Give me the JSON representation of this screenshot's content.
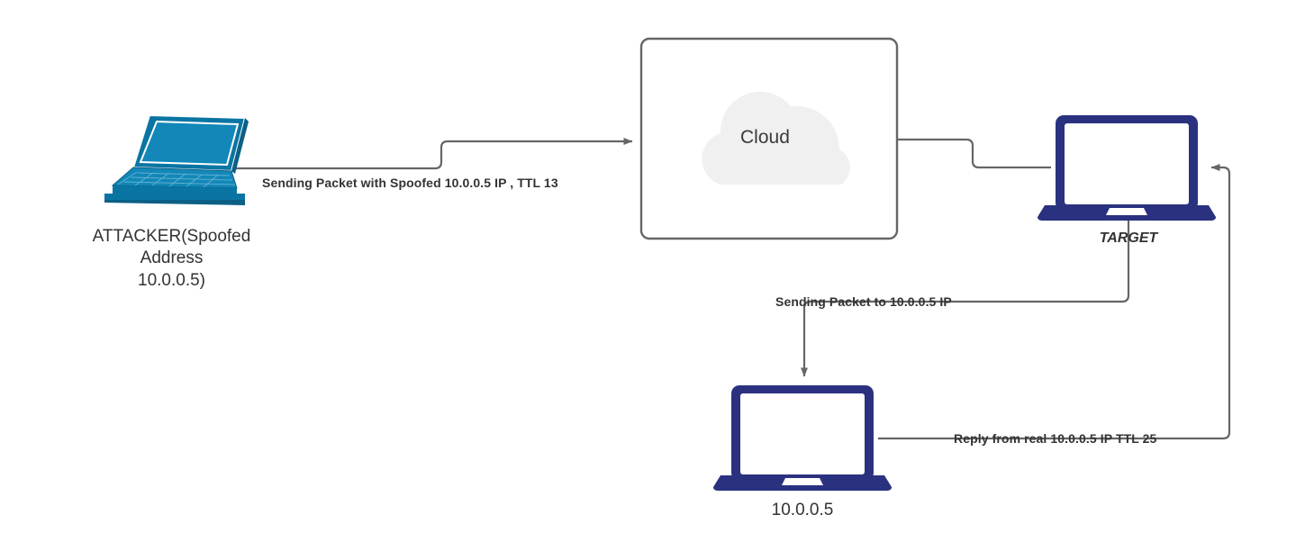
{
  "diagram": {
    "title_visible": false,
    "background": "#ffffff",
    "colors": {
      "attacker_laptop": "#0a75a3",
      "attacker_laptop_dark": "#0c5f85",
      "attacker_laptop_light": "#1287b8",
      "target_laptop": "#2a3280",
      "victim_laptop": "#2a3280",
      "connector": "#666666",
      "cloud_fill": "#f0f0f0",
      "box_border": "#666666",
      "label_text": "#333333"
    },
    "nodes": [
      {
        "id": "attacker",
        "icon": "laptop-3d-icon",
        "label": "ATTACKER(Spoofed\nAddress\n10.0.0.5)",
        "style": "plain"
      },
      {
        "id": "cloud",
        "icon": "cloud-icon",
        "label": "Cloud",
        "style": "rounded-box"
      },
      {
        "id": "target",
        "icon": "laptop-icon",
        "label": "TARGET",
        "style": "italic-bold"
      },
      {
        "id": "victim",
        "icon": "laptop-icon",
        "label": "10.0.0.5",
        "style": "plain"
      }
    ],
    "edges": [
      {
        "id": "attacker-to-cloud",
        "from": "attacker",
        "to": "cloud",
        "label": "Sending Packet with Spoofed 10.0.0.5 IP , TTL 13",
        "arrowhead": "end"
      },
      {
        "id": "cloud-to-target",
        "from": "cloud",
        "to": "target",
        "label": "",
        "arrowhead": "none"
      },
      {
        "id": "target-to-victim",
        "from": "target",
        "to": "victim",
        "label": "Sending Packet to 10.0.0.5 IP",
        "arrowhead": "end"
      },
      {
        "id": "victim-to-target",
        "from": "victim",
        "to": "target",
        "label": "Reply from real 10.0.0.5 IP TTL 25",
        "arrowhead": "end"
      }
    ]
  }
}
